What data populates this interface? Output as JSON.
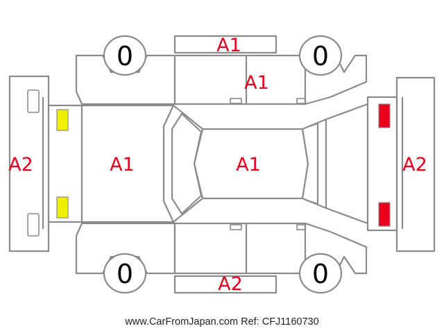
{
  "colors": {
    "outline": "#8a8a8a",
    "damage_code": "#e8001c",
    "front_lamp": "#f2ee00",
    "rear_lamp": "#e8001c",
    "tire_text": "#000000"
  },
  "tires": {
    "front_left": "0",
    "rear_left": "0",
    "front_right": "0",
    "rear_right": "0"
  },
  "damage_codes": {
    "roof_top_edge": "A1",
    "upper_side_door": "A1",
    "front_bumper": "A2",
    "hood": "A1",
    "roof": "A1",
    "rear_bumper": "A2",
    "lower_side_sill": "A2"
  },
  "footer": "www.CarFromJapan.com Ref: CFJ1160730"
}
